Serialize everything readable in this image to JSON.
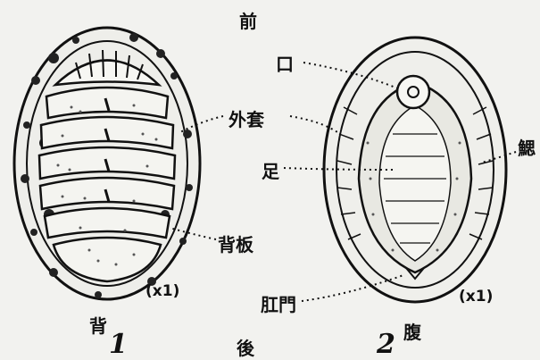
{
  "figure": {
    "labels": {
      "anterior": "前",
      "posterior": "後",
      "mouth": "口",
      "mantle": "外套",
      "gill": "鰓",
      "foot": "足",
      "dorsal_plate": "背板",
      "anus": "肛門",
      "scale_left": "(x1)",
      "scale_right": "(x1)",
      "dorsal_view": "背",
      "ventral_view": "腹",
      "fig1_number": "1",
      "fig2_number": "2"
    }
  }
}
